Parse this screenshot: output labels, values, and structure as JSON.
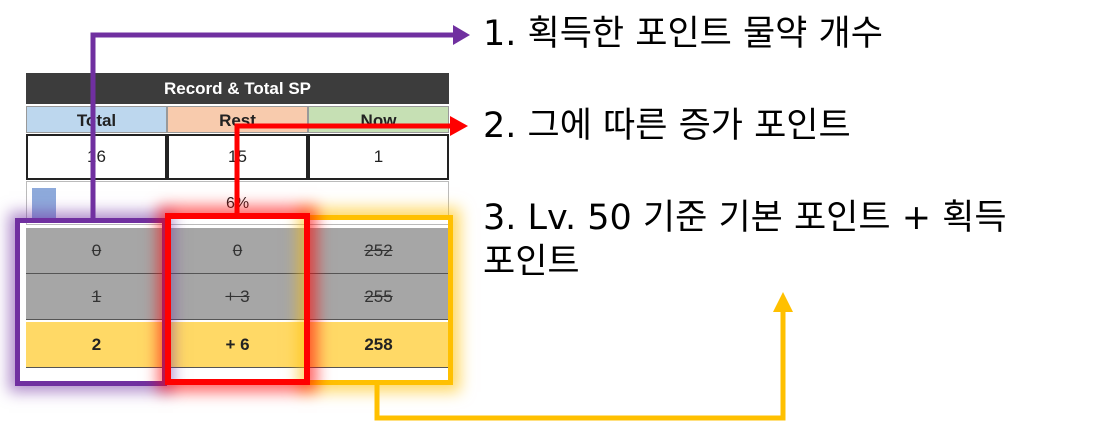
{
  "table": {
    "title": "Record & Total SP",
    "headers": {
      "total": "Total",
      "rest": "Rest",
      "now": "Now"
    },
    "values": {
      "total": "16",
      "rest": "15",
      "now": "1"
    },
    "progress": {
      "text": "6%",
      "fraction": 0.06
    },
    "rows": [
      {
        "total": "0",
        "rest": "0",
        "now": "252",
        "style": "struck"
      },
      {
        "total": "1",
        "rest": "+ 3",
        "now": "255",
        "style": "struck"
      },
      {
        "total": "2",
        "rest": "+ 6",
        "now": "258",
        "style": "current"
      }
    ]
  },
  "annotations": {
    "one": "1. 획득한 포인트 물약 개수",
    "two": "2. 그에 따른 증가 포인트",
    "three_line1": "3. Lv. 50 기준 기본 포인트 + 획득",
    "three_line2": "포인트"
  },
  "colors": {
    "purple": "#7030a0",
    "red": "#ff0000",
    "gold": "#ffc000",
    "title_bar": "#3c3c3c",
    "total_header": "#bdd7ee",
    "rest_header": "#f8cbad",
    "now_header": "#c6e0b4"
  }
}
